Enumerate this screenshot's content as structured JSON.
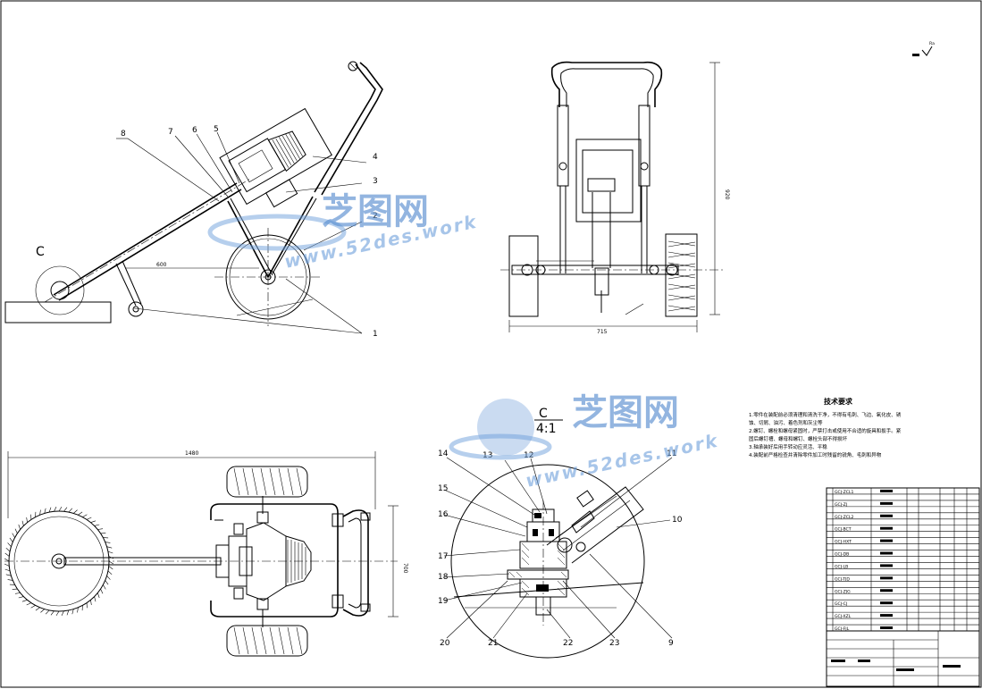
{
  "drawing": {
    "balloons_top_view": [
      "8",
      "7",
      "6",
      "5",
      "4",
      "3",
      "2",
      "1"
    ],
    "balloons_detail": [
      "14",
      "13",
      "12",
      "11",
      "15",
      "16",
      "10",
      "17",
      "18",
      "19",
      "20",
      "21",
      "22",
      "23",
      "9"
    ],
    "section_label": "C",
    "detail_label": "C",
    "detail_scale": "4:1",
    "dimensions": {
      "overall_length": "1480",
      "front_width": "715",
      "front_height": "920",
      "handle_dim": "600",
      "side_width": "700"
    },
    "tech_requirements": {
      "title": "技术要求",
      "lines": [
        "1.零件在装配前必须清理和清洗干净，不得有毛刺、飞边、氧化皮、锈",
        "蚀、切屑、油污、着色剂和灰尘等",
        "2.螺钉、螺栓和螺母紧固时，严禁打击或使用不合适的旋具和扳手。紧",
        "固后螺钉槽、螺母和螺钉、螺栓头部不得损坏",
        "3.轴承装好后用手转动应灵活、平稳",
        "4.装配前严格检查并清除零件加工时残留的锐角、毛刺和异物"
      ]
    },
    "watermark": {
      "brand_cn": "芝图网",
      "url": "www.52des.work"
    },
    "parts_list": [
      "GCJ-ZCL1",
      "GCJ-ZJ",
      "GCJ-ZCL2",
      "GCJ-BCT",
      "GCJ-HXT",
      "GCJ-DB",
      "GCJ-LB",
      "GCJ-TJD",
      "GCJ-ZJG",
      "GCJ-CJ",
      "GCJ-XZL",
      "GCJ-FJL"
    ],
    "roughness": "Ra"
  }
}
